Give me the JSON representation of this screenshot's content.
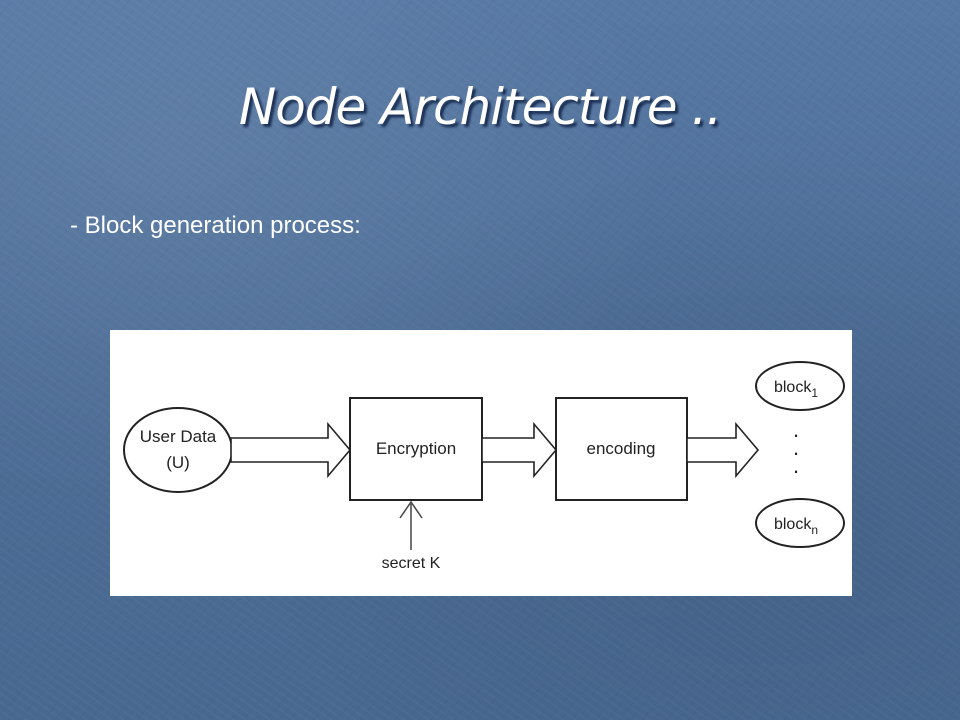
{
  "slide": {
    "title": "Node Architecture ..",
    "subtitle": "- Block generation process:"
  },
  "diagram": {
    "input": {
      "line1": "User Data",
      "line2": "(U)"
    },
    "steps": [
      "Encryption",
      "encoding"
    ],
    "key_label": "secret K",
    "outputs": [
      {
        "base": "block",
        "sub": "1"
      },
      {
        "base": "block",
        "sub": "n"
      }
    ],
    "ellipsis_dots": ". . ."
  },
  "colors": {
    "background": "#4f6f99",
    "title_text": "#ffffff",
    "diagram_background": "#ffffff",
    "diagram_stroke": "#222222"
  }
}
